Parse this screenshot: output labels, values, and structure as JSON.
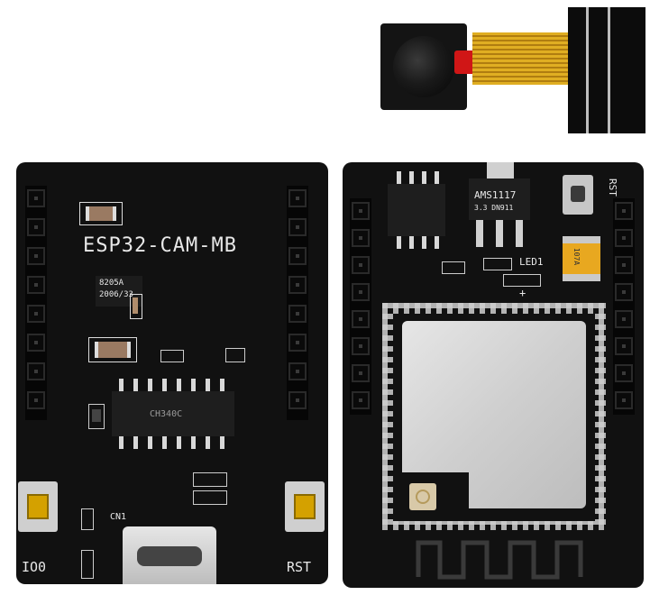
{
  "labels": {
    "board_name": "ESP32-CAM-MB",
    "io0": "IO0",
    "rst_left": "RST",
    "cn1": "CN1",
    "chip_main": "CH340C",
    "regulator_left_1": "8205A",
    "regulator_left_2": "2006/33",
    "ams": "AMS1117",
    "ams_sub": "3.3   DN911",
    "led": "LED1",
    "rst_right": "RST",
    "cap_mark": "107A",
    "plus": "+"
  },
  "colors": {
    "pcb": "#111111",
    "silkscreen": "#e8e8e8",
    "shield": "#d7d7d7",
    "flex": "#d9a520",
    "button": "#d4a100"
  }
}
